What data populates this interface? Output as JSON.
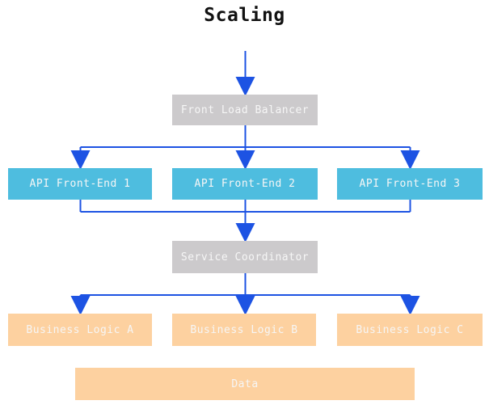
{
  "title": "Scaling",
  "colors": {
    "arrow": "#1d53e3",
    "node_gray": "#cccacc",
    "node_blue": "#4ebddf",
    "node_orange": "#fdd1a0",
    "node_text": "#f6f6f6",
    "title_text": "#111111",
    "background": "#ffffff"
  },
  "nodes": {
    "front_load_balancer": {
      "label": "Front Load Balancer",
      "fill": "#cccacc"
    },
    "api_front_end_1": {
      "label": "API Front-End 1",
      "fill": "#4ebddf"
    },
    "api_front_end_2": {
      "label": "API Front-End 2",
      "fill": "#4ebddf"
    },
    "api_front_end_3": {
      "label": "API Front-End 3",
      "fill": "#4ebddf"
    },
    "service_coordinator": {
      "label": "Service Coordinator",
      "fill": "#cccacc"
    },
    "business_logic_a": {
      "label": "Business Logic A",
      "fill": "#fdd1a0"
    },
    "business_logic_b": {
      "label": "Business Logic B",
      "fill": "#fdd1a0"
    },
    "business_logic_c": {
      "label": "Business Logic C",
      "fill": "#fdd1a0"
    },
    "data_store": {
      "label": "Data",
      "fill": "#fdd1a0"
    }
  },
  "edges": [
    {
      "from": "start",
      "to": "front_load_balancer"
    },
    {
      "from": "front_load_balancer",
      "to": "api_front_end_1"
    },
    {
      "from": "front_load_balancer",
      "to": "api_front_end_2"
    },
    {
      "from": "front_load_balancer",
      "to": "api_front_end_3"
    },
    {
      "from": "api_front_end_1",
      "to": "service_coordinator"
    },
    {
      "from": "api_front_end_2",
      "to": "service_coordinator"
    },
    {
      "from": "api_front_end_3",
      "to": "service_coordinator"
    },
    {
      "from": "service_coordinator",
      "to": "business_logic_a"
    },
    {
      "from": "service_coordinator",
      "to": "business_logic_b"
    },
    {
      "from": "service_coordinator",
      "to": "business_logic_c"
    }
  ]
}
